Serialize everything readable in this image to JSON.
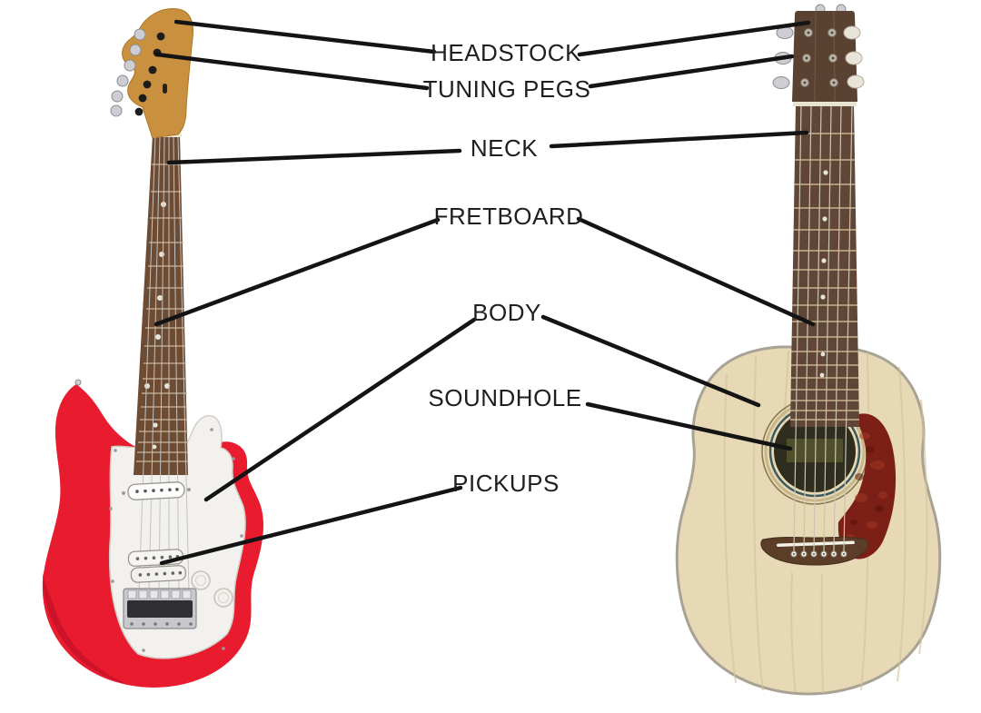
{
  "diagram": {
    "subject": "Parts of electric and acoustic guitars",
    "background": "#ffffff"
  },
  "labels": [
    {
      "id": "headstock",
      "text": "HEADSTOCK",
      "points_to": [
        "electric-guitar",
        "acoustic-guitar"
      ]
    },
    {
      "id": "tuning-pegs",
      "text": "TUNING PEGS",
      "points_to": [
        "electric-guitar",
        "acoustic-guitar"
      ]
    },
    {
      "id": "neck",
      "text": "NECK",
      "points_to": [
        "electric-guitar",
        "acoustic-guitar"
      ]
    },
    {
      "id": "fretboard",
      "text": "FRETBOARD",
      "points_to": [
        "electric-guitar",
        "acoustic-guitar"
      ]
    },
    {
      "id": "body",
      "text": "BODY",
      "points_to": [
        "electric-guitar",
        "acoustic-guitar"
      ]
    },
    {
      "id": "soundhole",
      "text": "SOUNDHOLE",
      "points_to": [
        "acoustic-guitar"
      ]
    },
    {
      "id": "pickups",
      "text": "PICKUPS",
      "points_to": [
        "electric-guitar"
      ]
    }
  ],
  "figures": [
    {
      "name": "electric-guitar",
      "finish": "red with white pickguard"
    },
    {
      "name": "acoustic-guitar",
      "finish": "natural wood with dark red pickguard"
    }
  ],
  "colors": {
    "background": "#ffffff",
    "label_text": "#1f1f1f",
    "leader_line": "#141414",
    "electric_body": "#e81c2e",
    "electric_body_shade": "#c4102a",
    "electric_pickguard": "#f3f1ed",
    "electric_headstock": "#c9913f",
    "electric_fretboard": "#6e4b33",
    "acoustic_top": "#e7d9b6",
    "acoustic_neck": "#5f4636",
    "acoustic_headstock": "#5a4232",
    "acoustic_pickguard": "#7c2017",
    "soundhole": "#2e2d1e"
  }
}
